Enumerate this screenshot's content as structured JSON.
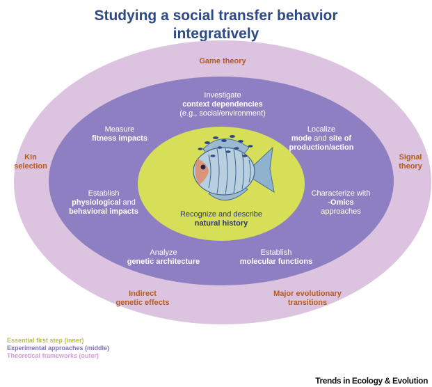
{
  "title": {
    "line1": "Studying a social transfer behavior",
    "line2": "integratively"
  },
  "colors": {
    "title": "#2e4a86",
    "outer_ring": "#dcc3df",
    "middle_ring": "#8e7fc2",
    "inner_core": "#d7de58",
    "outer_label": "#b35a1f",
    "legend_inner": "#b6bf3c",
    "legend_middle": "#7f6fb7",
    "legend_outer": "#d39bd1"
  },
  "outer": {
    "game_theory": "Game theory",
    "kin_selection": [
      "Kin",
      "selection"
    ],
    "signal_theory": [
      "Signal",
      "theory"
    ],
    "indirect_genetic_effects": [
      "Indirect",
      "genetic effects"
    ],
    "major_transitions": [
      "Major evolutionary",
      "transitions"
    ]
  },
  "middle": {
    "context": {
      "pre": "Investigate",
      "bold": "context dependencies",
      "post": "(e.g., social/environment)"
    },
    "fitness": {
      "pre": "Measure",
      "bold": "fitness impacts"
    },
    "localize": {
      "pre": "Localize",
      "bold1": "mode",
      "mid": " and ",
      "bold2": "site of",
      "bold3": "production/action"
    },
    "physiological": {
      "pre": "Establish",
      "bold1": "physiological",
      "post1": " and",
      "bold2": "behavioral impacts"
    },
    "omics": {
      "pre": "Characterize with",
      "bold": "-Omics",
      "post": "approaches"
    },
    "genetic": {
      "pre": "Analyze",
      "bold": "genetic architecture"
    },
    "molecular": {
      "pre": "Establish",
      "bold": "molecular functions"
    }
  },
  "inner": {
    "line1": "Recognize and describe",
    "line2": "natural history"
  },
  "legend": {
    "inner": "Essential first step (inner)",
    "middle": "Experimental approaches (middle)",
    "outer": "Theoretical frameworks (outer)"
  },
  "footer": "Trends in Ecology & Evolution"
}
